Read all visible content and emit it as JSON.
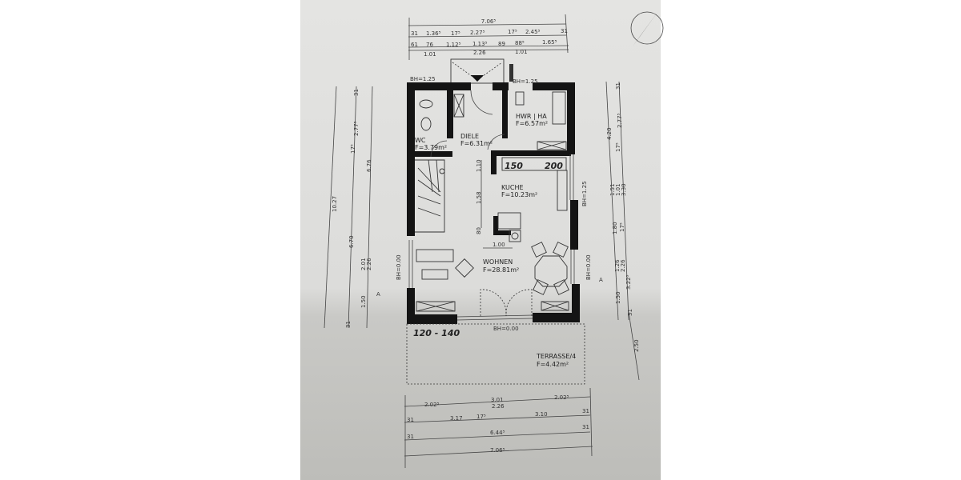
{
  "rooms": {
    "wc": {
      "name": "WC",
      "area": "F=3.79m²"
    },
    "diele": {
      "name": "DIELE",
      "area": "F=6.31m²"
    },
    "hwr": {
      "name": "HWR | HA",
      "area": "F=6.57m²"
    },
    "kueche": {
      "name": "KUCHE",
      "area": "F=10.23m²"
    },
    "wohnen": {
      "name": "WOHNEN",
      "area": "F=28.81m²"
    },
    "terrasse": {
      "name": "TERRASSE/4",
      "area": "F=4.42m²"
    }
  },
  "heights": {
    "bh_top_left": "BH=1.25",
    "bh_top_right": "BH=1.25",
    "bh_left": "BH=0.00",
    "bh_right": "BH=0.00",
    "bh_right_kitchen": "BH=1.25",
    "bh_bottom": "BH=0.00"
  },
  "handwritten": {
    "counter_left": "150",
    "counter_right": "200",
    "bottom_left": "120 - 140"
  },
  "inner_dims": {
    "kitchen_1": "1.10",
    "kitchen_2": "1.58",
    "kitchen_3": "80",
    "kitchen_4": "1.00"
  },
  "top_dims": {
    "total": "7.06⁵",
    "row2": [
      "31",
      "1.36⁵",
      "17⁵",
      "2.27⁵",
      "17⁵",
      "2.45⁵",
      "31"
    ],
    "row3": [
      "61",
      "76",
      "1.12⁵",
      "1.13⁵",
      "89",
      "88⁵",
      "1.65⁵"
    ],
    "row4": [
      "1.01",
      "2.26",
      "1.01"
    ]
  },
  "left_dims": {
    "total": "10.27",
    "outer": "6.70",
    "a": "31",
    "b": "2.77⁵",
    "c": "17⁵",
    "d": "6.76",
    "e": "2.01",
    "f": "2.26",
    "g": "1.50",
    "h": "31"
  },
  "right_dims": {
    "total": "4.20",
    "a": "31",
    "b": "2.77⁵",
    "c": "17⁵",
    "d": "1.51",
    "e": "1.01",
    "f": "3.30",
    "g": "1.80",
    "h": "17⁵",
    "i": "1.26",
    "j": "2.26",
    "k": "3.22⁵",
    "l": "1.50",
    "m": "31",
    "n": "2.50"
  },
  "bottom_dims": {
    "row1": [
      "2.02⁵",
      "3.01",
      "2.02⁵"
    ],
    "row2": [
      "31",
      "3.17",
      "17⁵",
      "2.26",
      "3.10",
      "31"
    ],
    "row3": [
      "31",
      "6.44⁵",
      "31"
    ],
    "total": "7.06⁵"
  },
  "section_marker": "A"
}
